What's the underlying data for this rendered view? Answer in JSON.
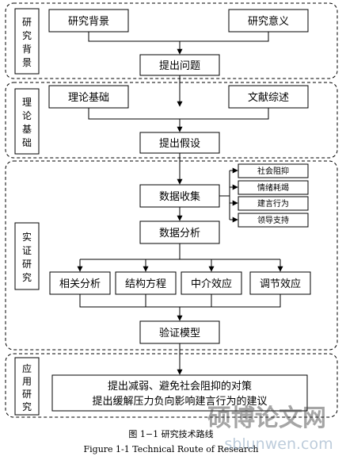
{
  "sections": {
    "background": {
      "label": [
        "研",
        "究",
        "背",
        "景"
      ]
    },
    "theory": {
      "label": [
        "理",
        "论",
        "基",
        "础"
      ]
    },
    "empirical": {
      "label": [
        "实",
        "证",
        "研",
        "究"
      ]
    },
    "application": {
      "label": [
        "应",
        "用",
        "研",
        "究"
      ]
    }
  },
  "boxes": {
    "research_background": "研究背景",
    "research_significance": "研究意义",
    "pose_problem": "提出问题",
    "theoretical_basis": "理论基础",
    "literature_review": "文献综述",
    "pose_hypothesis": "提出假设",
    "data_collection": "数据收集",
    "data_analysis": "数据分析",
    "correlation_analysis": "相关分析",
    "structural_equation": "结构方程",
    "mediation_effect": "中介效应",
    "moderation_effect": "调节效应",
    "verify_model": "验证模型",
    "countermeasures_line1": "提出减弱、避免社会阻抑的对策",
    "countermeasures_line2": "提出缓解压力负向影响建言行为的建议"
  },
  "variables": [
    "社会阻抑",
    "情绪耗竭",
    "建言行为",
    "领导支持"
  ],
  "caption": {
    "zh": "图 1−1  研究技术路线",
    "en": "Figure 1-1 Technical Route of Research"
  },
  "watermark": {
    "text": "硕博论文网",
    "url": "sblunwen.com"
  }
}
